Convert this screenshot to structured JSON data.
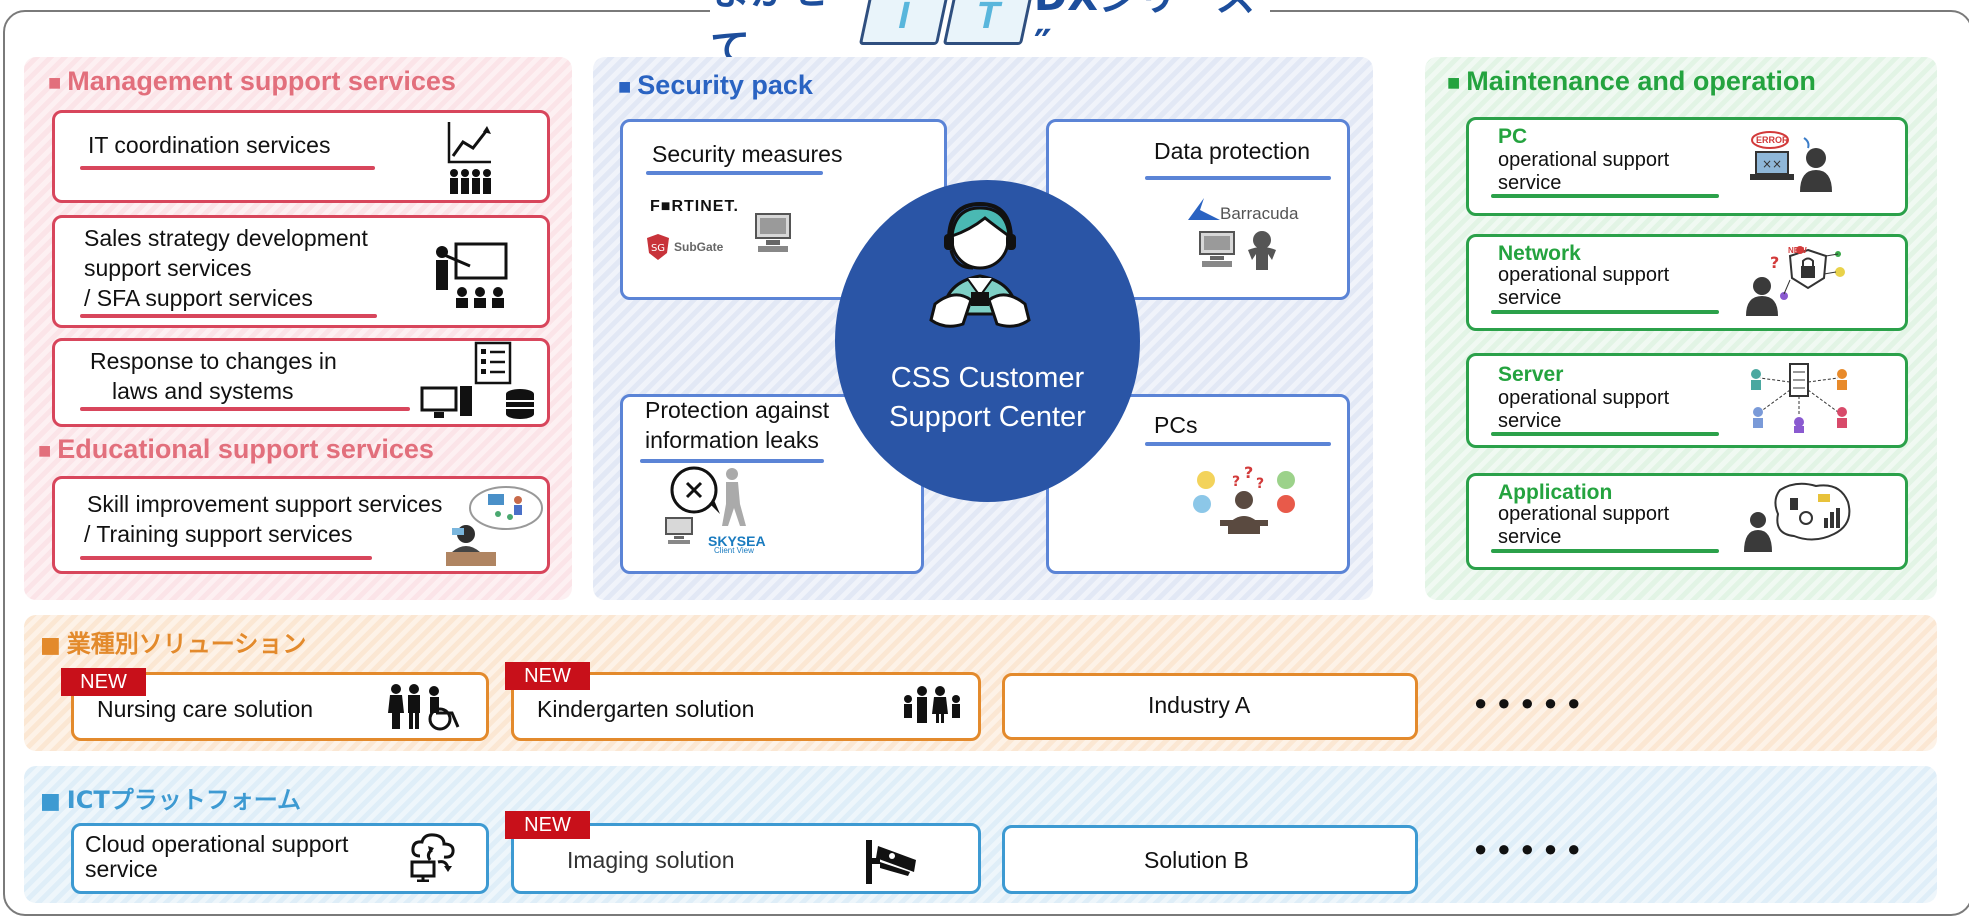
{
  "banner": {
    "left": "まかせて",
    "it_i": "I",
    "it_t": "T",
    "right": "DXシリーズ ″"
  },
  "management": {
    "heading": "Management support services",
    "items": [
      {
        "label": "IT coordination services"
      },
      {
        "lines": [
          "Sales strategy development",
          "support services",
          "/ SFA support services"
        ]
      },
      {
        "lines": [
          "Response to changes in",
          "laws and systems"
        ]
      }
    ]
  },
  "educational": {
    "heading": "Educational support services",
    "lines": [
      "Skill improvement support services",
      "/ Training support services"
    ]
  },
  "security": {
    "heading": "Security pack",
    "measures": {
      "label": "Security  measures",
      "logos": [
        "F■RTINET.",
        "SubGate"
      ]
    },
    "data_protection": {
      "label": "Data protection",
      "logo": "Barracuda"
    },
    "leaks": {
      "lines": [
        "Protection against",
        "information leaks"
      ],
      "logo_main": "SKYSEA",
      "logo_sub": "Client View"
    },
    "pcs": {
      "label": "PCs"
    },
    "center": {
      "line1": "CSS Customer",
      "line2": "Support Center"
    }
  },
  "maintenance": {
    "heading": "Maintenance and operation",
    "items": [
      {
        "name": "PC",
        "line1": "operational support",
        "line2": "service",
        "badge": "ERROR"
      },
      {
        "name": "Network",
        "line1": "operational support",
        "line2": "service",
        "badge": "NEW"
      },
      {
        "name": "Server",
        "line1": "operational support",
        "line2": "service"
      },
      {
        "name": "Application",
        "line1": "operational support",
        "line2": "service"
      }
    ]
  },
  "industry": {
    "heading": "業種別ソリューション",
    "items": [
      {
        "label": "Nursing care solution",
        "tag": "NEW"
      },
      {
        "label": "Kindergarten solution",
        "tag": "NEW"
      },
      {
        "label": "Industry A"
      }
    ],
    "ellipsis": "●●●●●"
  },
  "ict": {
    "heading": "ICTプラットフォーム",
    "items": [
      {
        "lines": [
          "Cloud operational support",
          "service"
        ]
      },
      {
        "label": "Imaging solution",
        "tag": "NEW"
      },
      {
        "label": "Solution  B"
      }
    ],
    "ellipsis": "●●●●●"
  },
  "colors": {
    "red": "#d8465c",
    "blue": "#2a55a6",
    "green": "#2ba14a",
    "orange": "#e38a2c",
    "sky": "#3d9ad2",
    "new": "#c8101a"
  },
  "icons": [
    "growth-chart-icon",
    "presentation-icon",
    "checklist-computer-icon",
    "classroom-icon",
    "monitor-icon",
    "security-cameras-icon",
    "operator-headset-icon",
    "people-icon",
    "confused-user-icon",
    "error-laptop-icon",
    "network-lock-icon",
    "server-network-icon",
    "app-chart-icon",
    "care-people-icon",
    "family-icon",
    "cloud-computer-icon",
    "camera-icon"
  ]
}
